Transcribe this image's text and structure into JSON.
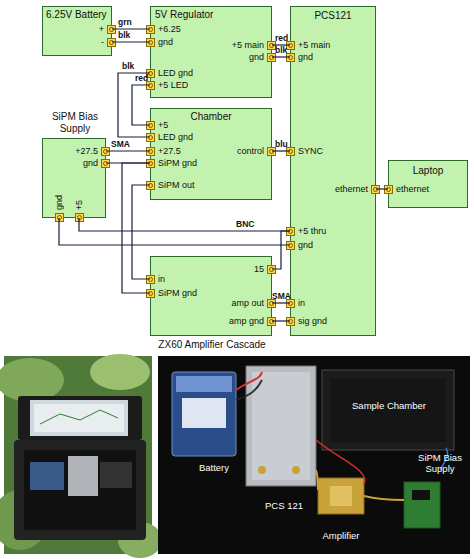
{
  "diagram": {
    "nodes": [
      {
        "text": [
          "6.25V Battery",
          "+",
          "-"
        ]
      },
      {
        "text": [
          "5V Regulator",
          "+6.25",
          "gnd",
          "+5 main",
          "gnd",
          "LED gnd",
          "+5 LED"
        ]
      },
      {
        "text": [
          "PCS121",
          "+5 main",
          "gnd",
          "SYNC",
          "ethernet",
          "+5 thru",
          "gnd",
          "in",
          "sig gnd"
        ]
      },
      {
        "text": [
          "SiPM Bias Supply",
          "+27.5",
          "gnd",
          "gnd",
          "+5"
        ]
      },
      {
        "text": [
          "Chamber",
          "+5",
          "LED gnd",
          "+27.5",
          "SiPM gnd",
          "SiPM out",
          "control"
        ]
      },
      {
        "text": [
          "Laptop",
          "ethernet"
        ]
      },
      {
        "text": [
          "ZX60 Amplifier Cascade",
          "15",
          "in",
          "SiPM gnd",
          "amp out",
          "amp gnd"
        ]
      }
    ],
    "edges": [
      {
        "from": 0,
        "to": 1,
        "label": "grn",
        "arrow": "none"
      },
      {
        "from": 0,
        "to": 1,
        "label": "blk",
        "arrow": "none"
      },
      {
        "from": 1,
        "to": 2,
        "label": "red",
        "arrow": "none"
      },
      {
        "from": 1,
        "to": 2,
        "label": "blk",
        "arrow": "none"
      },
      {
        "from": 1,
        "to": 4,
        "label": "blk",
        "arrow": "none"
      },
      {
        "from": 1,
        "to": 4,
        "label": "red",
        "arrow": "none"
      },
      {
        "from": 4,
        "to": 2,
        "label": "blu",
        "arrow": "none"
      },
      {
        "from": 2,
        "to": 5,
        "arrow": "none"
      },
      {
        "from": 3,
        "to": 4,
        "label": "SMA",
        "arrow": "none"
      },
      {
        "from": 3,
        "to": 4,
        "arrow": "none"
      },
      {
        "from": 4,
        "to": 6,
        "arrow": "none"
      },
      {
        "from": 4,
        "to": 6,
        "arrow": "none"
      },
      {
        "from": 3,
        "to": 2,
        "label": "BNC",
        "arrow": "none"
      },
      {
        "from": 3,
        "to": 2,
        "arrow": "none"
      },
      {
        "from": 6,
        "to": 2,
        "arrow": "none"
      },
      {
        "from": 6,
        "to": 2,
        "label": "SMA",
        "arrow": "none"
      },
      {
        "from": 6,
        "to": 2,
        "arrow": "none"
      }
    ],
    "labels": [
      "Battery",
      "Sample Chamber",
      "PCS 121",
      "Amplifier",
      "SiPM Bias Supply"
    ]
  }
}
